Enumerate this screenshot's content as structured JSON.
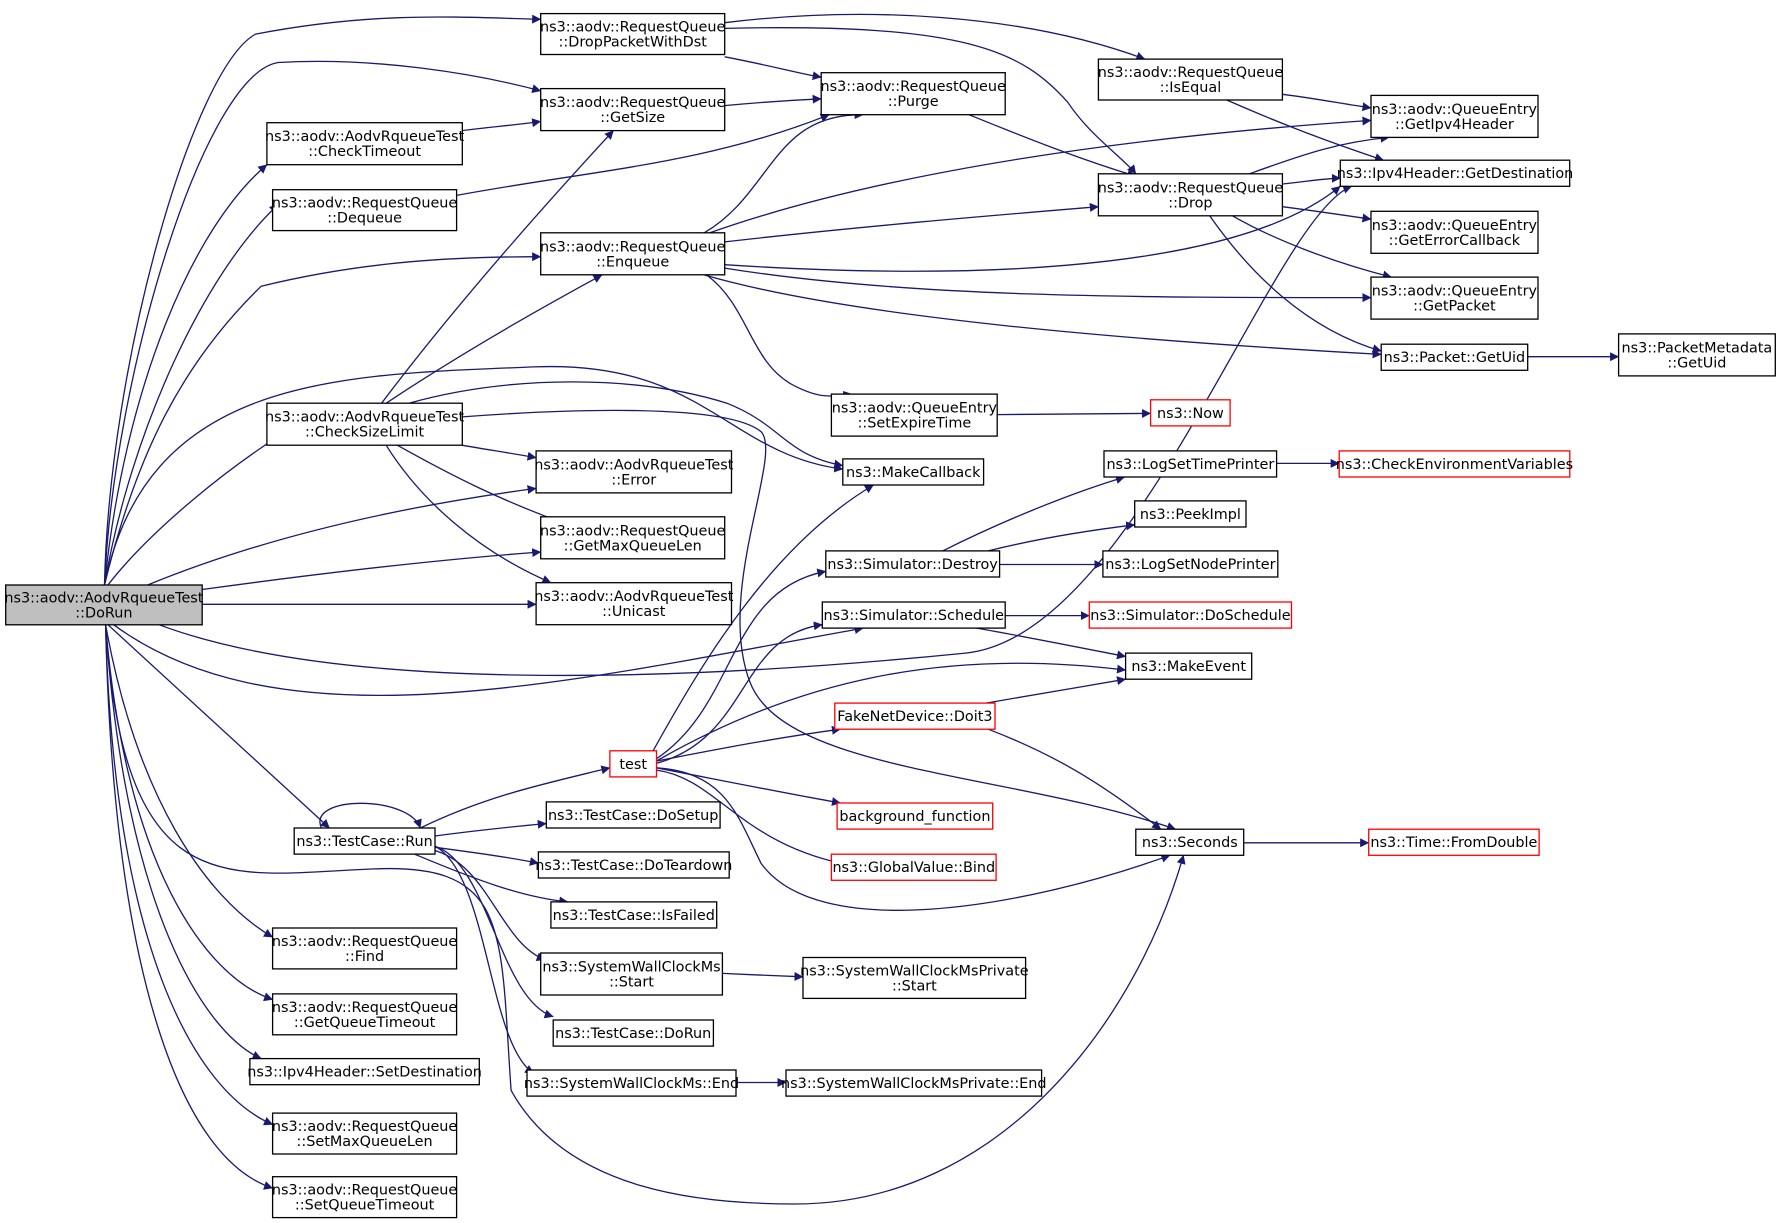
{
  "colors": {
    "edge": "#191970",
    "node_border": "#000000",
    "truncated_border": "#ff0000",
    "root_fill": "#bfbfbf"
  },
  "nodes": [
    {
      "id": "doRun",
      "lines": [
        "ns3::aodv::AodvRqueueTest",
        "::DoRun"
      ],
      "root": true
    },
    {
      "id": "dropPkt",
      "lines": [
        "ns3::aodv::RequestQueue",
        "::DropPacketWithDst"
      ]
    },
    {
      "id": "getSize",
      "lines": [
        "ns3::aodv::RequestQueue",
        "::GetSize"
      ]
    },
    {
      "id": "checkTimeout",
      "lines": [
        "ns3::aodv::AodvRqueueTest",
        "::CheckTimeout"
      ]
    },
    {
      "id": "dequeue",
      "lines": [
        "ns3::aodv::RequestQueue",
        "::Dequeue"
      ]
    },
    {
      "id": "enqueue",
      "lines": [
        "ns3::aodv::RequestQueue",
        "::Enqueue"
      ]
    },
    {
      "id": "checkSizeLimit",
      "lines": [
        "ns3::aodv::AodvRqueueTest",
        "::CheckSizeLimit"
      ]
    },
    {
      "id": "error",
      "lines": [
        "ns3::aodv::AodvRqueueTest",
        "::Error"
      ]
    },
    {
      "id": "getMaxQ",
      "lines": [
        "ns3::aodv::RequestQueue",
        "::GetMaxQueueLen"
      ]
    },
    {
      "id": "unicast",
      "lines": [
        "ns3::aodv::AodvRqueueTest",
        "::Unicast"
      ]
    },
    {
      "id": "purge",
      "lines": [
        "ns3::aodv::RequestQueue",
        "::Purge"
      ]
    },
    {
      "id": "isEqual",
      "lines": [
        "ns3::aodv::RequestQueue",
        "::IsEqual"
      ]
    },
    {
      "id": "drop",
      "lines": [
        "ns3::aodv::RequestQueue",
        "::Drop"
      ]
    },
    {
      "id": "getIpv4H",
      "lines": [
        "ns3::aodv::QueueEntry",
        "::GetIpv4Header"
      ]
    },
    {
      "id": "getDest",
      "lines": [
        "ns3::Ipv4Header::GetDestination"
      ]
    },
    {
      "id": "getErrCb",
      "lines": [
        "ns3::aodv::QueueEntry",
        "::GetErrorCallback"
      ]
    },
    {
      "id": "getPacket",
      "lines": [
        "ns3::aodv::QueueEntry",
        "::GetPacket"
      ]
    },
    {
      "id": "getUid",
      "lines": [
        "ns3::Packet::GetUid"
      ]
    },
    {
      "id": "pmGetUid",
      "lines": [
        "ns3::PacketMetadata",
        "::GetUid"
      ]
    },
    {
      "id": "setExpire",
      "lines": [
        "ns3::aodv::QueueEntry",
        "::SetExpireTime"
      ]
    },
    {
      "id": "now",
      "lines": [
        "ns3::Now"
      ],
      "truncated": true
    },
    {
      "id": "makeCb",
      "lines": [
        "ns3::MakeCallback"
      ]
    },
    {
      "id": "logTime",
      "lines": [
        "ns3::LogSetTimePrinter"
      ]
    },
    {
      "id": "checkEnv",
      "lines": [
        "ns3::CheckEnvironmentVariables"
      ],
      "truncated": true
    },
    {
      "id": "peekImpl",
      "lines": [
        "ns3::PeekImpl"
      ]
    },
    {
      "id": "simDestroy",
      "lines": [
        "ns3::Simulator::Destroy"
      ]
    },
    {
      "id": "logNode",
      "lines": [
        "ns3::LogSetNodePrinter"
      ]
    },
    {
      "id": "simSched",
      "lines": [
        "ns3::Simulator::Schedule"
      ]
    },
    {
      "id": "doSched",
      "lines": [
        "ns3::Simulator::DoSchedule"
      ],
      "truncated": true
    },
    {
      "id": "makeEvent",
      "lines": [
        "ns3::MakeEvent"
      ]
    },
    {
      "id": "doit3",
      "lines": [
        "FakeNetDevice::Doit3"
      ],
      "truncated": true
    },
    {
      "id": "test",
      "lines": [
        "test"
      ],
      "truncated": true
    },
    {
      "id": "bgFunc",
      "lines": [
        "background_function"
      ],
      "truncated": true
    },
    {
      "id": "gvBind",
      "lines": [
        "ns3::GlobalValue::Bind"
      ],
      "truncated": true
    },
    {
      "id": "seconds",
      "lines": [
        "ns3::Seconds"
      ]
    },
    {
      "id": "fromDouble",
      "lines": [
        "ns3::Time::FromDouble"
      ],
      "truncated": true
    },
    {
      "id": "tcRun",
      "lines": [
        "ns3::TestCase::Run"
      ]
    },
    {
      "id": "doSetup",
      "lines": [
        "ns3::TestCase::DoSetup"
      ]
    },
    {
      "id": "doTeardown",
      "lines": [
        "ns3::TestCase::DoTeardown"
      ]
    },
    {
      "id": "isFailed",
      "lines": [
        "ns3::TestCase::IsFailed"
      ]
    },
    {
      "id": "swcStart",
      "lines": [
        "ns3::SystemWallClockMs",
        "::Start"
      ]
    },
    {
      "id": "swcpStart",
      "lines": [
        "ns3::SystemWallClockMsPrivate",
        "::Start"
      ]
    },
    {
      "id": "tcDoRun",
      "lines": [
        "ns3::TestCase::DoRun"
      ]
    },
    {
      "id": "swcEnd",
      "lines": [
        "ns3::SystemWallClockMs::End"
      ]
    },
    {
      "id": "swcpEnd",
      "lines": [
        "ns3::SystemWallClockMsPrivate::End"
      ]
    },
    {
      "id": "find",
      "lines": [
        "ns3::aodv::RequestQueue",
        "::Find"
      ]
    },
    {
      "id": "getQTimeout",
      "lines": [
        "ns3::aodv::RequestQueue",
        "::GetQueueTimeout"
      ]
    },
    {
      "id": "setDest",
      "lines": [
        "ns3::Ipv4Header::SetDestination"
      ]
    },
    {
      "id": "setMaxQ",
      "lines": [
        "ns3::aodv::RequestQueue",
        "::SetMaxQueueLen"
      ]
    },
    {
      "id": "setQTimeout",
      "lines": [
        "ns3::aodv::RequestQueue",
        "::SetQueueTimeout"
      ]
    }
  ]
}
